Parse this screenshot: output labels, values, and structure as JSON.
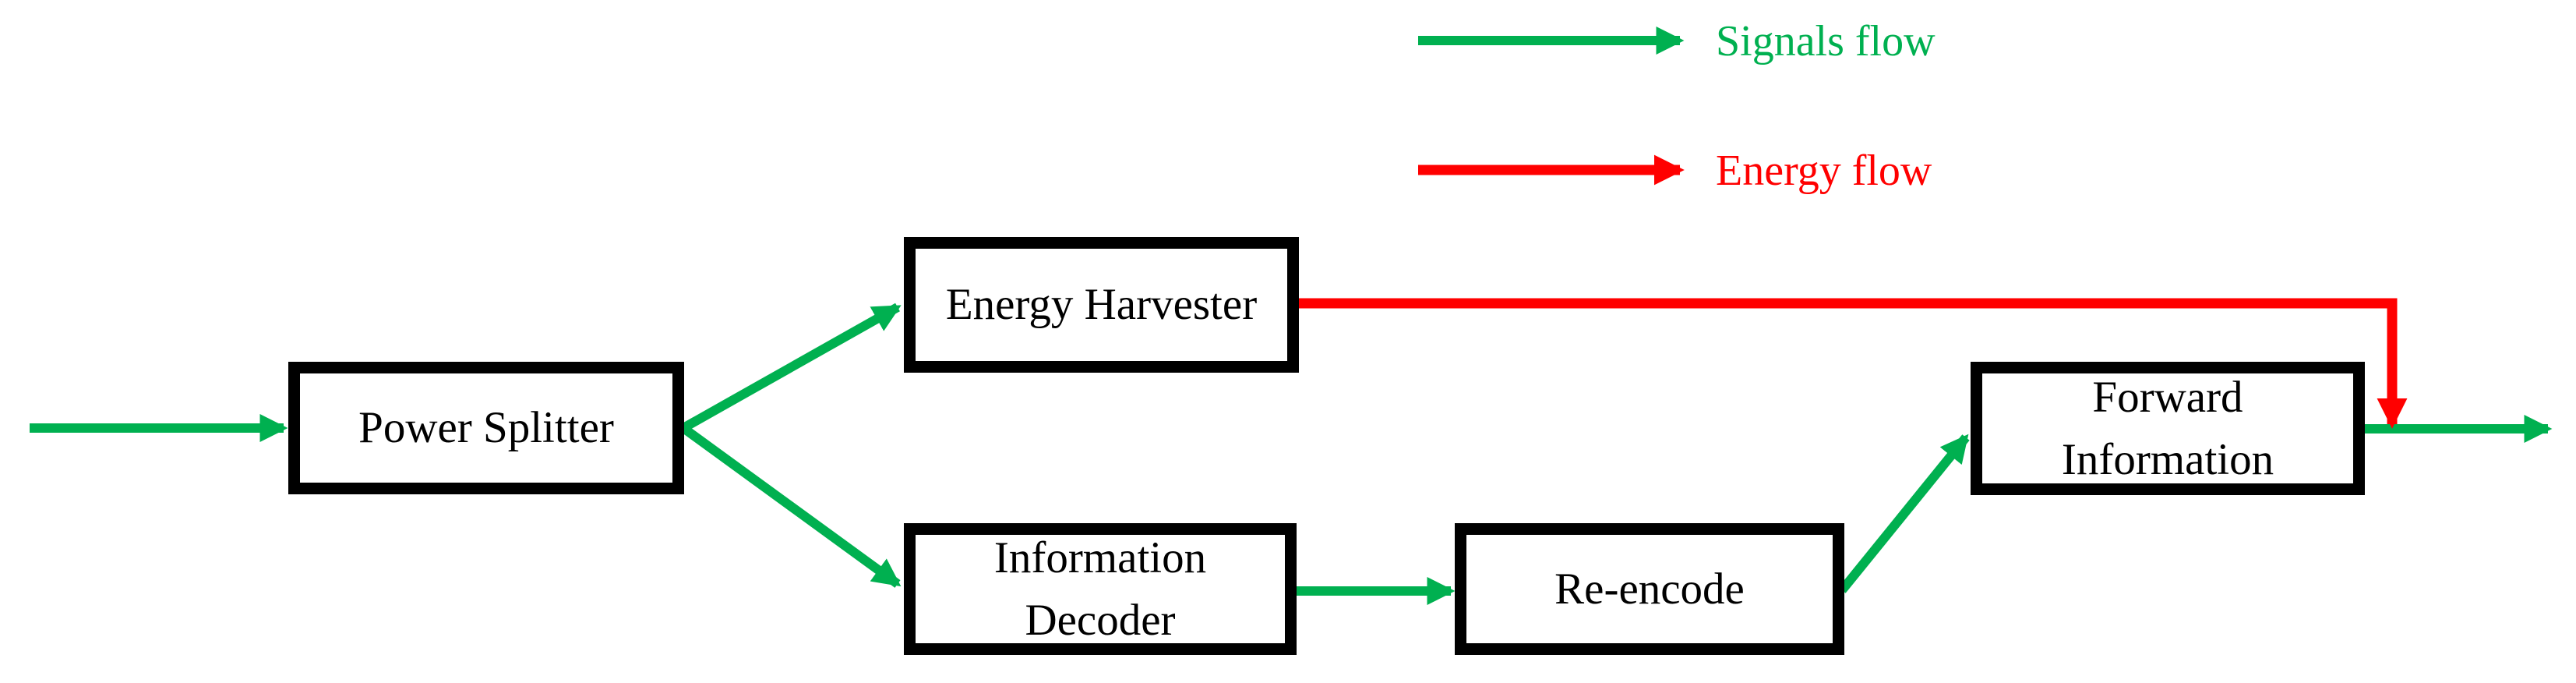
{
  "legend": {
    "signals": {
      "label": "Signals flow"
    },
    "energy": {
      "label": "Energy flow"
    }
  },
  "nodes": {
    "power_splitter": {
      "label": "Power Splitter"
    },
    "energy_harvester": {
      "label": "Energy Harvester"
    },
    "information_decoder": {
      "label": "Information\nDecoder"
    },
    "re_encode": {
      "label": "Re-encode"
    },
    "forward_information": {
      "label": "Forward\nInformation"
    }
  },
  "edges": [
    {
      "from": "input",
      "to": "Power Splitter",
      "type": "signal"
    },
    {
      "from": "Power Splitter",
      "to": "Energy Harvester",
      "type": "signal"
    },
    {
      "from": "Power Splitter",
      "to": "Information Decoder",
      "type": "signal"
    },
    {
      "from": "Information Decoder",
      "to": "Re-encode",
      "type": "signal"
    },
    {
      "from": "Re-encode",
      "to": "Forward Information",
      "type": "signal"
    },
    {
      "from": "Forward Information",
      "to": "output",
      "type": "signal"
    },
    {
      "from": "Energy Harvester",
      "to": "output junction",
      "type": "energy"
    }
  ],
  "colors": {
    "signal": "#00B050",
    "energy": "#FF0000",
    "box-border": "#000000",
    "text": "#000000",
    "background": "#FFFFFF"
  }
}
